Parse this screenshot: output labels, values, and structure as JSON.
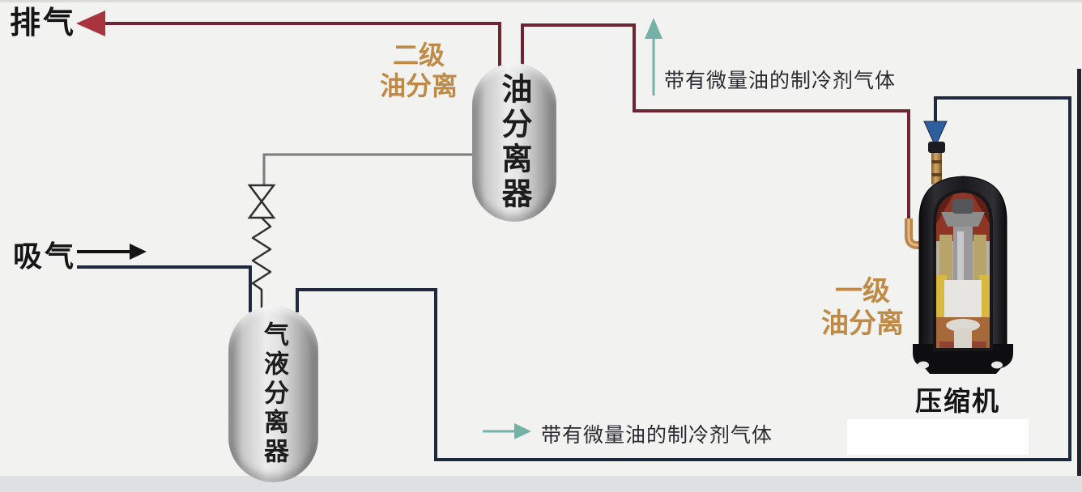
{
  "labels": {
    "exhaust": "排气",
    "suction": "吸气",
    "secondary_stage_line1": "二级",
    "secondary_stage_line2": "油分离",
    "primary_stage_line1": "一级",
    "primary_stage_line2": "油分离",
    "oil_separator": "油分离器",
    "gas_liquid_separator": "气液分离器",
    "compressor": "压缩机",
    "flow_note_top": "带有微量油的制冷剂气体",
    "flow_note_bottom": "带有微量油的制冷剂气体"
  },
  "colors": {
    "background": "#f2f2f0",
    "discharge-line": "#6e2531",
    "exhaust-arrowhead": "#a8343f",
    "suction-line": "#1e2940",
    "oil-return-line": "#7b7b7b",
    "valve-outline": "#2f2f2f",
    "annotation-arrow": "#74b2a7",
    "compressor-inlet-arrow": "#2d5f9f",
    "stage-label-text": "#bf8a45",
    "label-text": "#151515",
    "note-text": "#2a2a30"
  }
}
